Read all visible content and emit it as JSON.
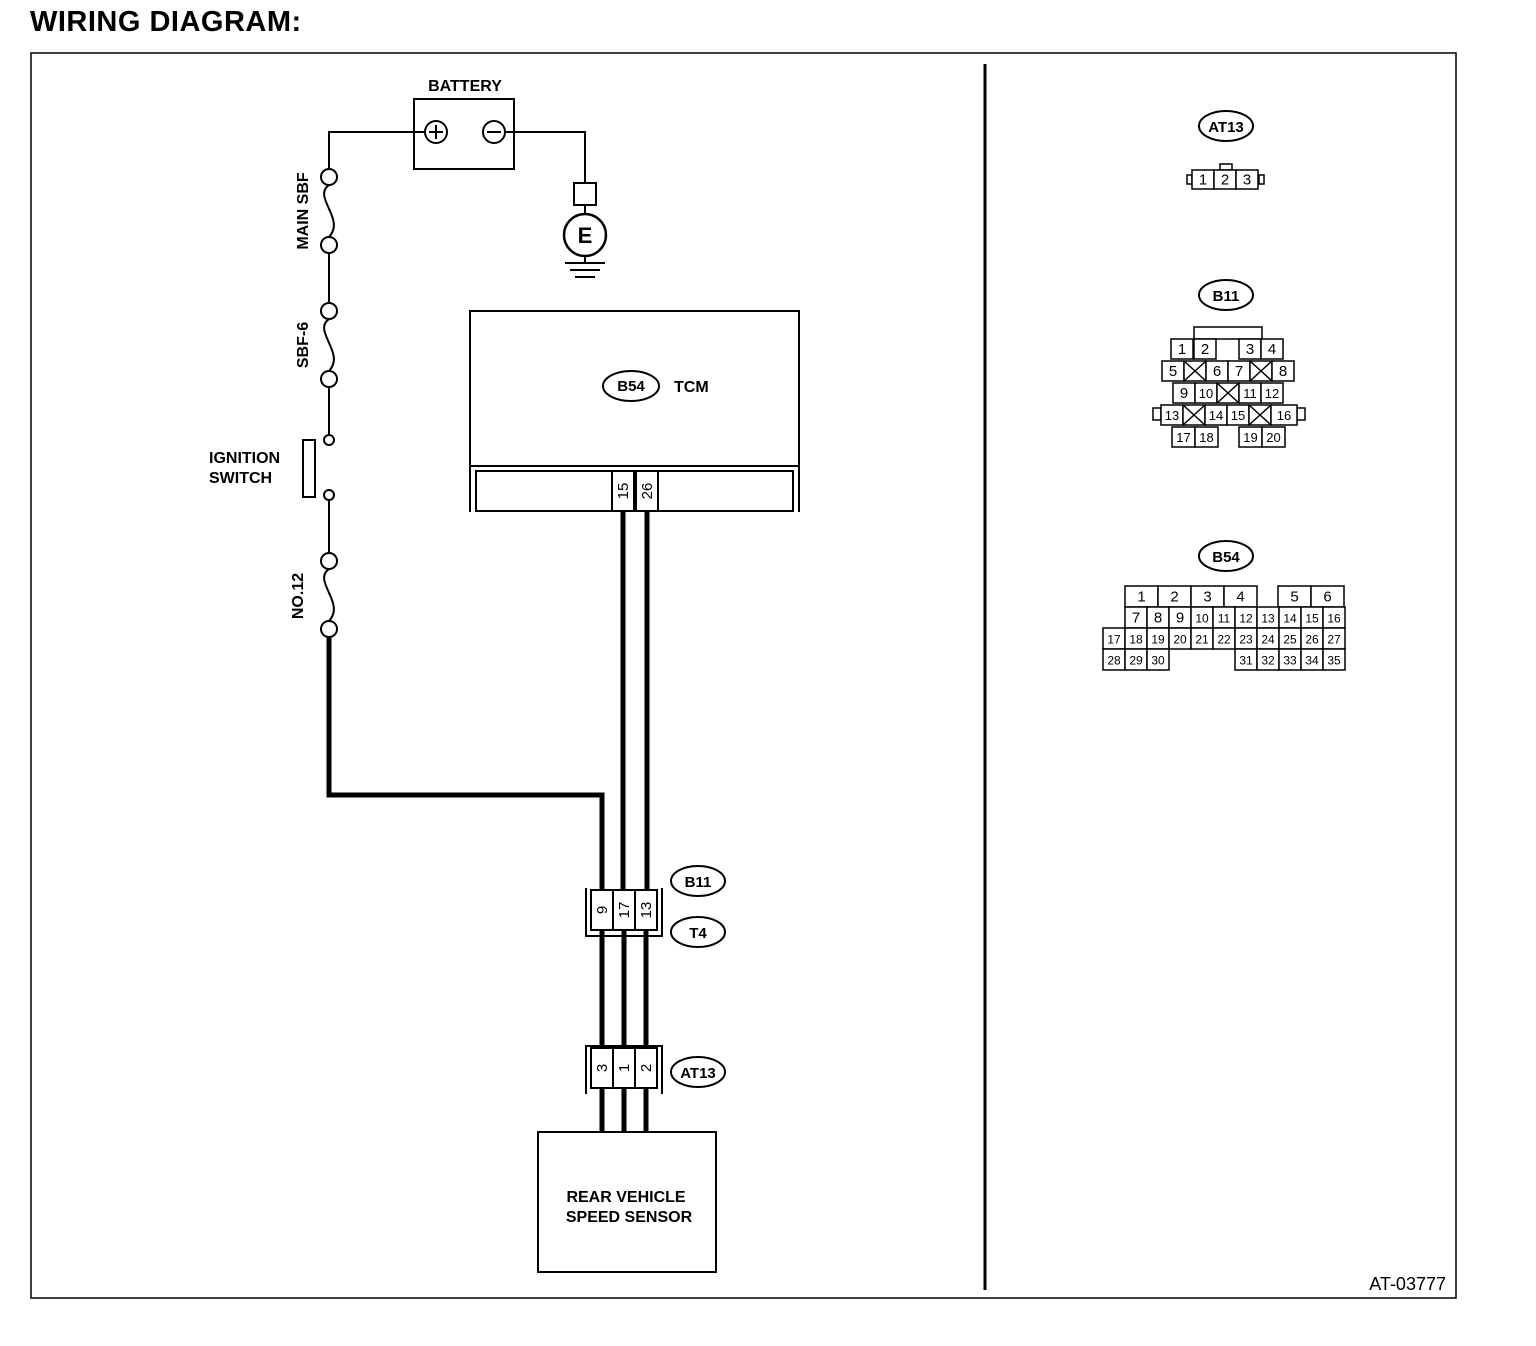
{
  "title": "WIRING DIAGRAM:",
  "figure_id": "AT-03777",
  "labels": {
    "battery": "BATTERY",
    "battery_plus": "+",
    "battery_minus": "−",
    "ground": "E",
    "main_sbf": "MAIN SBF",
    "sbf6": "SBF-6",
    "ignition_line1": "IGNITION",
    "ignition_line2": "SWITCH",
    "fuse12": "NO.12",
    "tcm": "TCM",
    "sensor_line1": "REAR VEHICLE",
    "sensor_line2": "SPEED SENSOR"
  },
  "connector_tags": {
    "b54": "B54",
    "b11": "B11",
    "t4": "T4",
    "at13": "AT13"
  },
  "pins": {
    "tcm": [
      "15",
      "26"
    ],
    "b11": [
      "9",
      "17",
      "13"
    ],
    "at13": [
      "3",
      "1",
      "2"
    ]
  },
  "legend": {
    "at13": {
      "tag": "AT13",
      "pins": [
        "1",
        "2",
        "3"
      ]
    },
    "b11": {
      "tag": "B11",
      "rows": [
        [
          "1",
          "2",
          "3",
          "4"
        ],
        [
          "5",
          "6",
          "7",
          "8"
        ],
        [
          "9",
          "10",
          "11",
          "12"
        ],
        [
          "13",
          "14",
          "15",
          "16"
        ],
        [
          "17",
          "18",
          "19",
          "20"
        ]
      ]
    },
    "b54": {
      "tag": "B54",
      "rows": [
        [
          "1",
          "2",
          "3",
          "4",
          "5",
          "6"
        ],
        [
          "7",
          "8",
          "9",
          "10",
          "11",
          "12",
          "13",
          "14",
          "15",
          "16"
        ],
        [
          "17",
          "18",
          "19",
          "20",
          "21",
          "22",
          "23",
          "24",
          "25",
          "26",
          "27"
        ],
        [
          "28",
          "29",
          "30",
          "31",
          "32",
          "33",
          "34",
          "35"
        ]
      ]
    }
  }
}
